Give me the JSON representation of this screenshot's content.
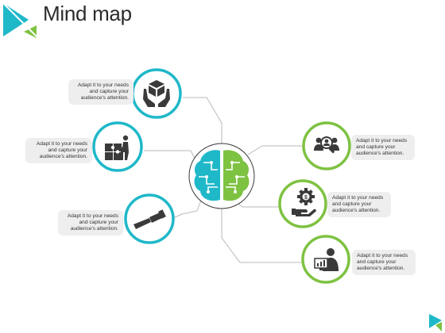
{
  "title": "Mind map",
  "colors": {
    "teal": "#1fb8c9",
    "green": "#7ec242",
    "icon_gray": "#3a3a3a",
    "line_gray": "#b9b9b9",
    "callout_bg": "#eeeeee"
  },
  "center": {
    "icon": "brain-icon"
  },
  "nodes": [
    {
      "side": "left",
      "ring": "teal",
      "icon": "hands-cube-icon",
      "text": "Adapt it to your needs\nand capture your\naudience's attention."
    },
    {
      "side": "left",
      "ring": "teal",
      "icon": "puzzle-person-icon",
      "text": "Adapt it to your needs\nand capture your\naudience's attention."
    },
    {
      "side": "left",
      "ring": "teal",
      "icon": "telescope-icon",
      "text": "Adapt it to your needs\nand capture your\naudience's attention."
    },
    {
      "side": "right",
      "ring": "green",
      "icon": "team-search-icon",
      "text": "Adapt it to your needs\nand capture your\naudience's attention."
    },
    {
      "side": "right",
      "ring": "green",
      "icon": "gear-dollar-hand-icon",
      "text": "Adapt it to your needs\nand capture your\naudience's attention."
    },
    {
      "side": "right",
      "ring": "green",
      "icon": "presenter-chart-icon",
      "text": "Adapt it to your needs\nand capture your\naudience's attention."
    }
  ]
}
